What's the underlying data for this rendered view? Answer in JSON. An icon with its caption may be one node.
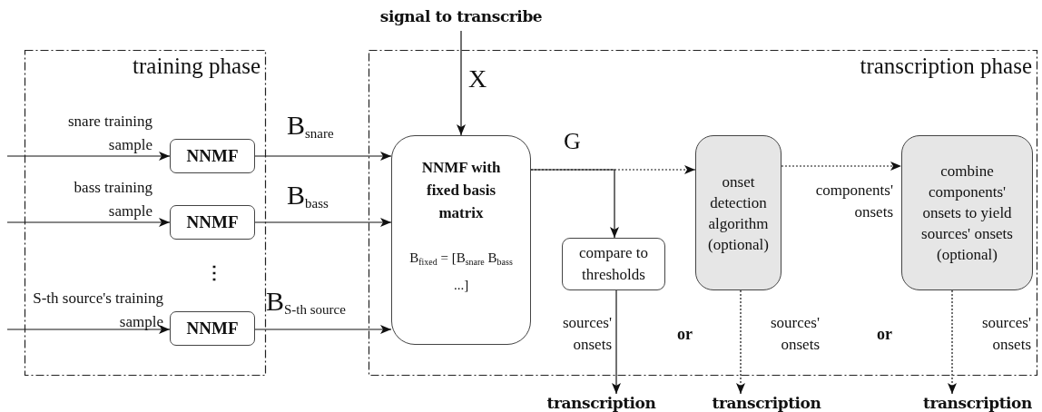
{
  "diagram": {
    "nodes": [
      {
        "text": [
          "training phase"
        ]
      },
      {
        "text": [
          "transcription phase"
        ]
      },
      {
        "text": [
          "NNMF"
        ],
        "in": 0
      },
      {
        "text": [
          "NNMF"
        ],
        "in": 0
      },
      {
        "text": [
          "NNMF"
        ],
        "in": 0
      },
      {
        "text": [
          "signal to transcribe"
        ]
      },
      {
        "text": [
          "NNMF with fixed basis matrix",
          "B$_{fixed}$ = [B$_{snare}$ B$_{bass}$ ...]"
        ],
        "in": 1
      },
      {
        "text": [
          "compare to thresholds"
        ],
        "in": 1
      },
      {
        "text": [
          "onset detection algorithm (optional)"
        ],
        "in": 1
      },
      {
        "text": [
          "combine components' onsets to yield sources' onsets (optional)"
        ],
        "in": 1
      },
      {
        "text": [
          "transcription"
        ]
      },
      {
        "text": [
          "transcription"
        ]
      },
      {
        "text": [
          "transcription"
        ]
      }
    ],
    "edges": [
      {
        "from": null,
        "to": 2,
        "arrow": "to",
        "label": "snare training sample"
      },
      {
        "from": null,
        "to": 3,
        "arrow": "to",
        "label": "bass training sample"
      },
      {
        "from": null,
        "to": 4,
        "arrow": "to",
        "label": "S-th source's training sample"
      },
      {
        "from": 2,
        "to": 6,
        "arrow": "to",
        "label": "B$_{snare}$"
      },
      {
        "from": 3,
        "to": 6,
        "arrow": "to",
        "label": "B$_{bass}$"
      },
      {
        "from": 4,
        "to": 6,
        "arrow": "to",
        "label": "B$_{S-th source}$"
      },
      {
        "from": 5,
        "to": 6,
        "arrow": "to",
        "label": "X"
      },
      {
        "from": 6,
        "to": 7,
        "arrow": "to",
        "label": "G"
      },
      {
        "from": 6,
        "to": 8,
        "arrow": "to",
        "style": "dashed"
      },
      {
        "from": 8,
        "to": 9,
        "arrow": "to",
        "style": "dashed",
        "label": "components' onsets"
      },
      {
        "from": 7,
        "to": 10,
        "arrow": "to",
        "label": "sources' onsets"
      },
      {
        "from": 8,
        "to": 11,
        "arrow": "to",
        "style": "dashed",
        "label": "sources' onsets"
      },
      {
        "from": 9,
        "to": 12,
        "arrow": "to",
        "style": "dashed",
        "label": "sources' onsets"
      }
    ],
    "labels": [
      "⋮",
      "or",
      "or"
    ]
  }
}
